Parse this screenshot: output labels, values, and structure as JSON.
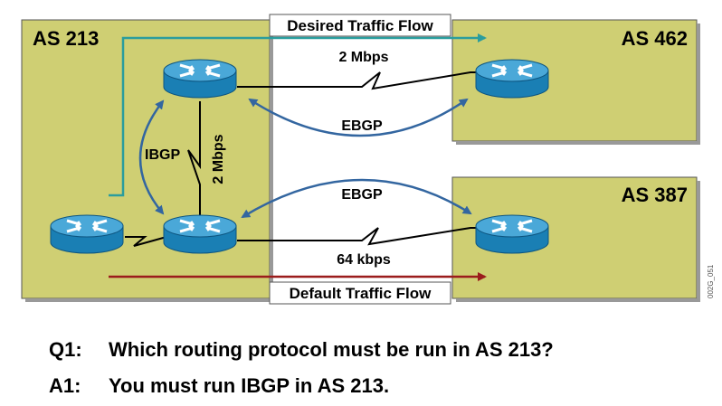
{
  "autonomous_systems": [
    {
      "id": "as213",
      "label": "AS 213"
    },
    {
      "id": "as462",
      "label": "AS 462"
    },
    {
      "id": "as387",
      "label": "AS 387"
    }
  ],
  "links": {
    "top_bandwidth": "2 Mbps",
    "internal_bandwidth": "2 Mbps",
    "bottom_bandwidth": "64 kbps",
    "ebgp_top": "EBGP",
    "ebgp_bottom": "EBGP",
    "ibgp": "IBGP"
  },
  "flows": {
    "desired": "Desired Traffic Flow",
    "default": "Default Traffic Flow"
  },
  "figure_code": "002G_051",
  "qa": [
    {
      "tag": "Q1:",
      "text": "Which routing protocol must be run in AS 213?"
    },
    {
      "tag": "A1:",
      "text": "You must run IBGP in AS 213."
    }
  ],
  "colors": {
    "as_fill": "#cfcf73",
    "router_fill": "#1a7fb4",
    "router_top": "#4aa8d8",
    "ebgp_arrow": "#3366a0",
    "desired_flow": "#2a9d9d",
    "default_flow": "#9b1c1c"
  },
  "icons": {
    "router": "router-icon"
  }
}
